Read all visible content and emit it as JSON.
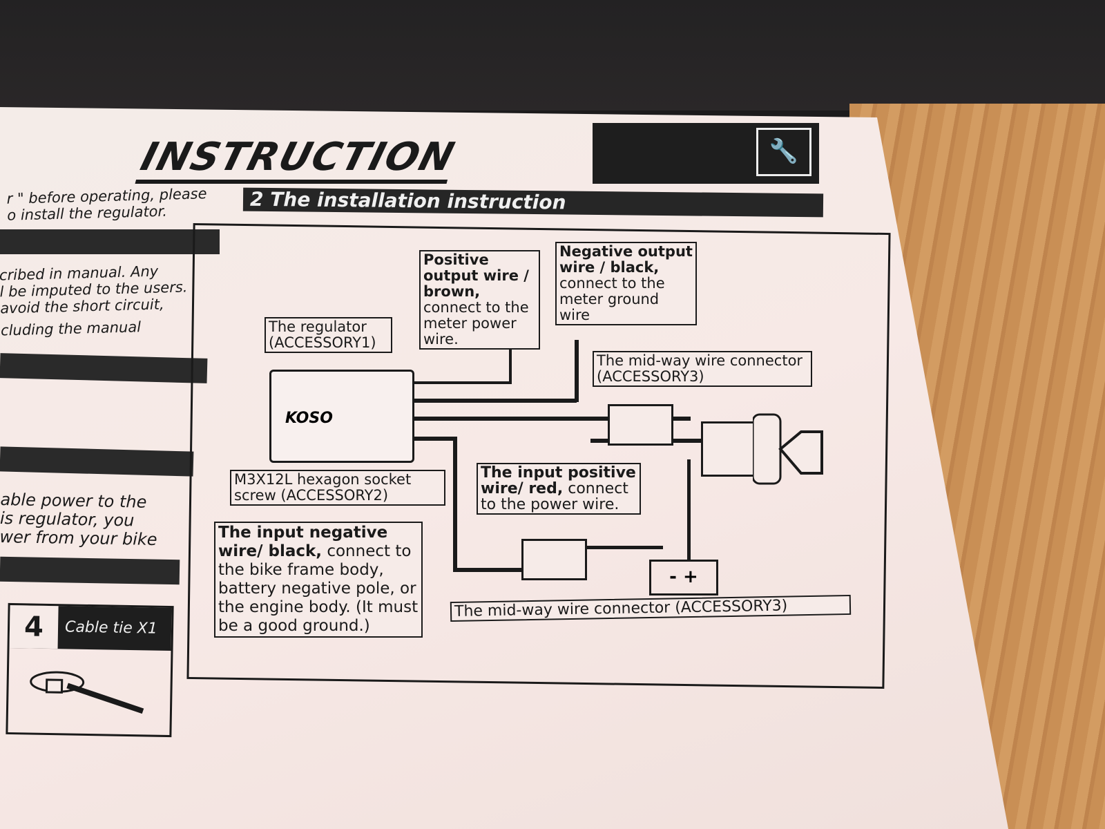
{
  "header": {
    "title": "INSTRUCTION",
    "section_title": "2 The installation instruction"
  },
  "left_text": {
    "para1": [
      "r \" before operating, please",
      "o install the regulator."
    ],
    "para2": [
      "cribed in manual. Any",
      "l be imputed to the users.",
      "avoid the short circuit,",
      "cluding the manual"
    ],
    "para3": [
      "able power to the",
      "is regulator, you",
      "wer from your bike"
    ]
  },
  "kit": {
    "number": "4",
    "label": "Cable tie X1"
  },
  "diagram": {
    "brand": "KOSO",
    "positive_output": {
      "bold": "Positive output wire / brown,",
      "text": "connect to the meter power wire."
    },
    "negative_output": {
      "bold": "Negative output wire / black,",
      "text": "connect to the meter ground wire"
    },
    "regulator": "The regulator (ACCESSORY1)",
    "connector_top": "The mid-way wire connector (ACCESSORY3)",
    "screw": "M3X12L hexagon socket screw (ACCESSORY2)",
    "input_positive": {
      "bold": "The input positive wire/ red,",
      "text": "connect to the power wire."
    },
    "input_negative": {
      "bold": "The input negative wire/ black,",
      "text": "connect to the bike frame body, battery negative pole, or the engine body. (It must be a good ground.)"
    },
    "connector_bottom": "The mid-way wire connector (ACCESSORY3)",
    "battery": "- +"
  }
}
